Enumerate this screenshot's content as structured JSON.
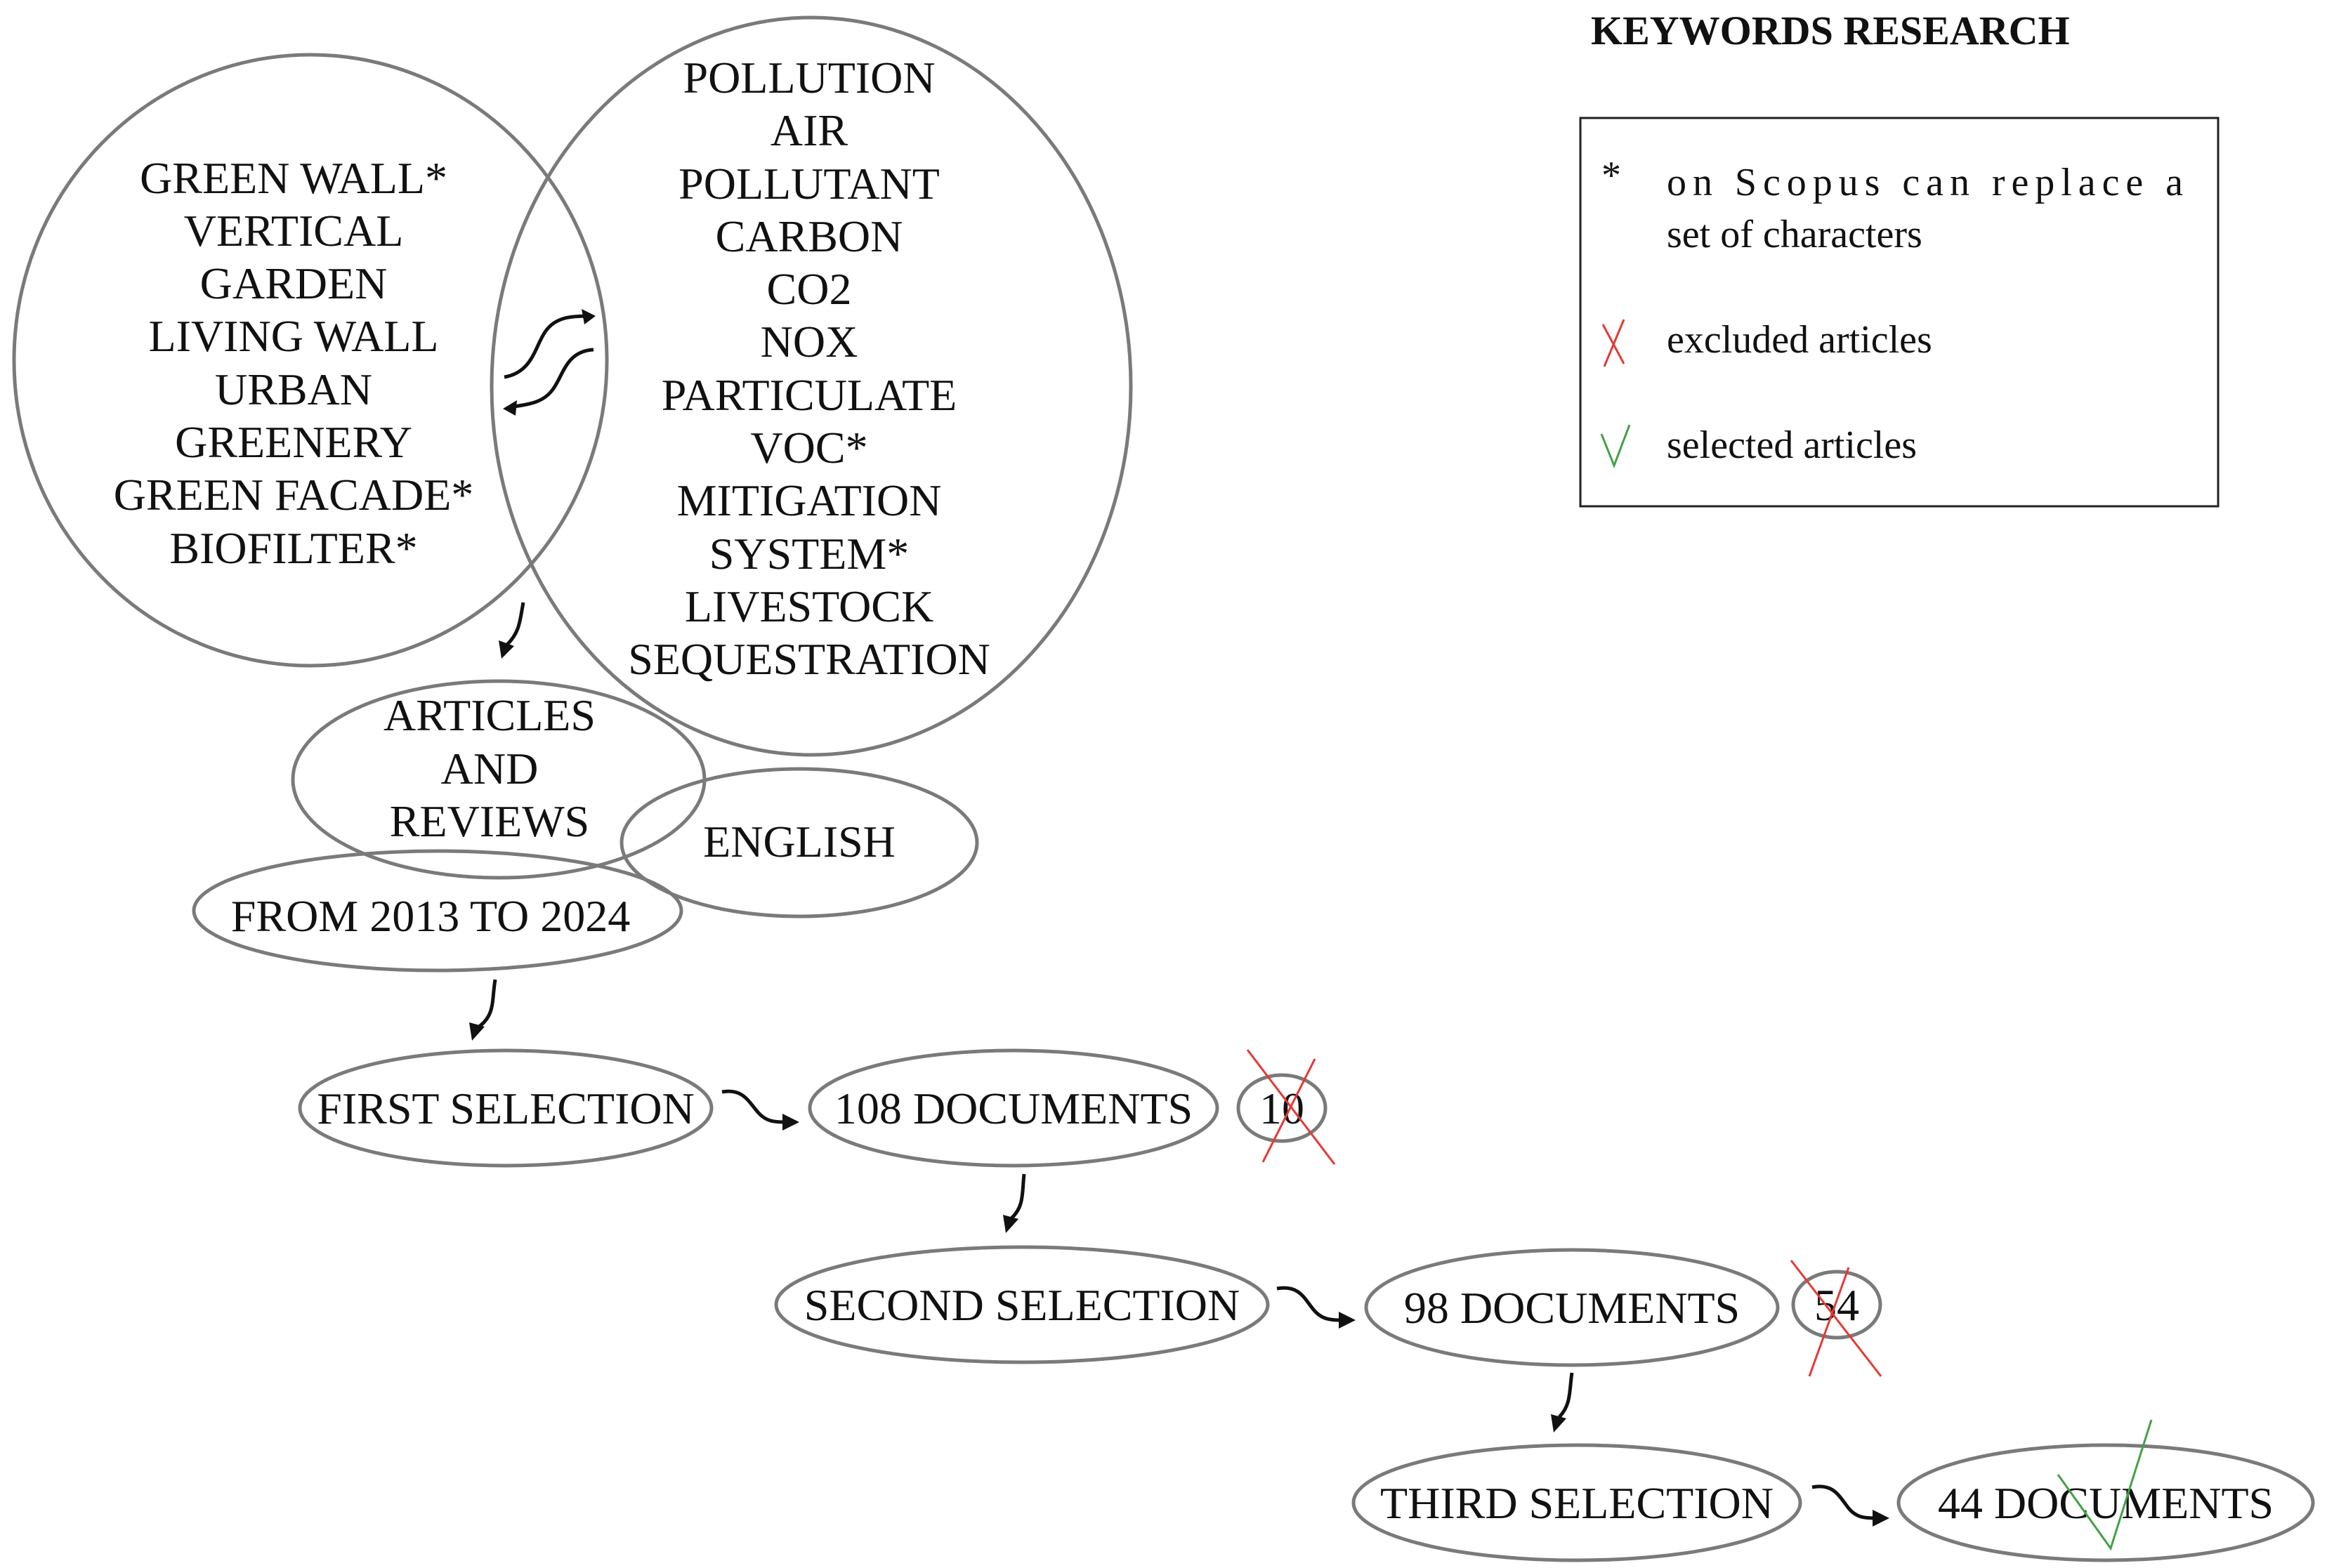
{
  "title": "KEYWORDS RESEARCH",
  "legend": {
    "asterisk_symbol": "*",
    "asterisk_text_line1": "on Scopus can replace a",
    "asterisk_text_line2": "set of characters",
    "excluded_text": "excluded articles",
    "selected_text": "selected articles",
    "excluded_color": "#e53935",
    "selected_color": "#43a047"
  },
  "keywords_left": [
    "GREEN WALL*",
    "VERTICAL",
    "GARDEN",
    "LIVING WALL",
    "URBAN",
    "GREENERY",
    "GREEN FACADE*",
    "BIOFILTER*"
  ],
  "keywords_right": [
    "POLLUTION",
    "AIR",
    "POLLUTANT",
    "CARBON",
    "CO2",
    "NOX",
    "PARTICULATE",
    "VOC*",
    "MITIGATION",
    "SYSTEM*",
    "LIVESTOCK",
    "SEQUESTRATION"
  ],
  "filters": {
    "articles_line1": "ARTICLES",
    "articles_line2": "AND",
    "articles_line3": "REVIEWS",
    "english": "ENGLISH",
    "years": "FROM 2013 TO 2024"
  },
  "steps": {
    "first_selection": "FIRST SELECTION",
    "first_documents": "108 DOCUMENTS",
    "first_excluded": "10",
    "second_selection": "SECOND SELECTION",
    "second_documents": "98 DOCUMENTS",
    "second_excluded": "54",
    "third_selection": "THIRD SELECTION",
    "third_documents": "44 DOCUMENTS"
  }
}
